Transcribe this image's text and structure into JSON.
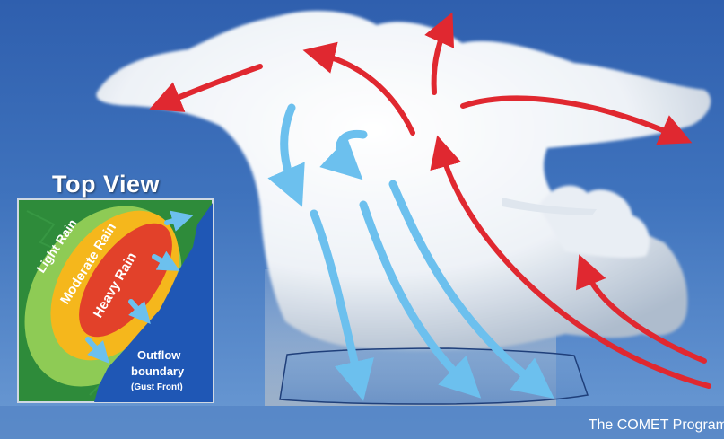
{
  "top_view": {
    "title": "Top View",
    "zones": {
      "light": "Light Rain",
      "moderate": "Moderate Rain",
      "heavy": "Heavy Rain"
    },
    "outflow_label": "Outflow",
    "boundary_label": "boundary",
    "gust_front_label": "(Gust Front)"
  },
  "credit": "The COMET Program",
  "colors": {
    "updraft_arrow": "#e02830",
    "downdraft_arrow": "#6cc0ee",
    "light_rain": "#8ecb55",
    "moderate_rain": "#f5b71c",
    "heavy_rain": "#e2412a",
    "ground": "#2e8b3a",
    "outflow": "#1f57b5"
  }
}
